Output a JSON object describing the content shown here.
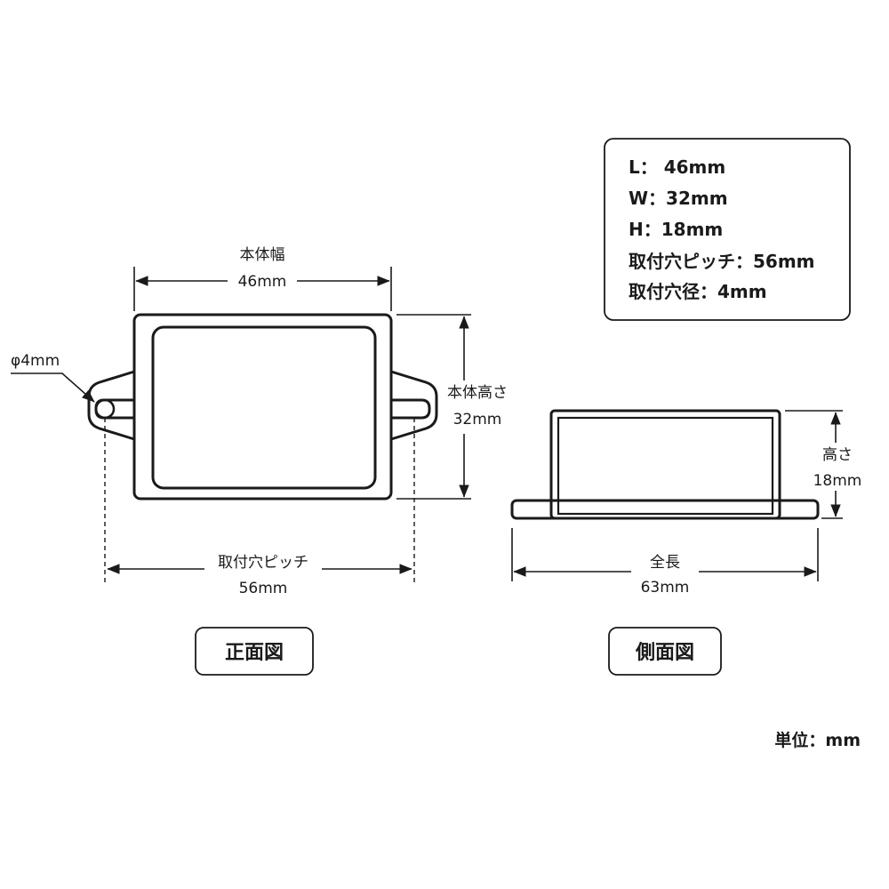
{
  "specs_box": {
    "lines": [
      "L： 46mm",
      "W：32mm",
      "H：18mm",
      "取付穴ピッチ：56mm",
      "取付穴径：4mm"
    ]
  },
  "front_view": {
    "width_label": "本体幅",
    "width_value": "46mm",
    "height_label": "本体高さ",
    "height_value": "32mm",
    "hole_label": "φ4mm",
    "pitch_label": "取付穴ピッチ",
    "pitch_value": "56mm",
    "caption": "正面図"
  },
  "side_view": {
    "height_label": "高さ",
    "height_value": "18mm",
    "length_label": "全長",
    "length_value": "63mm",
    "caption": "側面図"
  },
  "unit_note": "単位：mm"
}
